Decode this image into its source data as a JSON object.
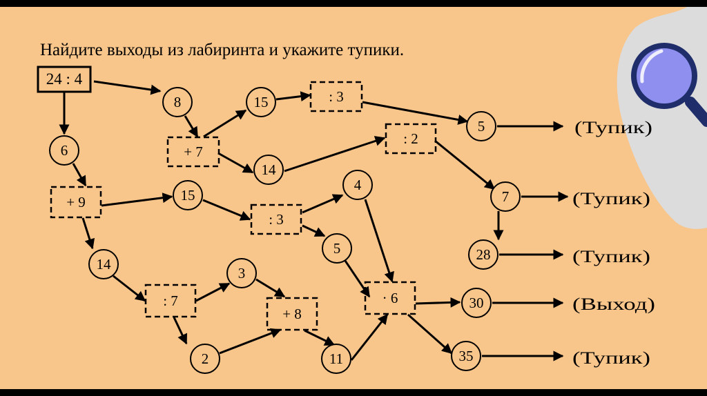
{
  "title": "Найдите выходы из лабиринта и укажите тупики.",
  "colors": {
    "background": "#f8c58a",
    "frame": "#000000",
    "stroke": "#000000",
    "magnifier_glass": "#8f8ff0",
    "magnifier_rim": "#1f2e6a",
    "decor_blob": "#dcdcdc"
  },
  "icons": [
    "magnifier-icon"
  ],
  "nodes": [
    {
      "id": "start",
      "label": "24 : 4",
      "shape": "box-solid"
    },
    {
      "id": "n8",
      "label": "8",
      "shape": "circle"
    },
    {
      "id": "n6",
      "label": "6",
      "shape": "circle"
    },
    {
      "id": "n15a",
      "label": "15",
      "shape": "circle"
    },
    {
      "id": "op_div3a",
      "label": ": 3",
      "shape": "box-dashed"
    },
    {
      "id": "op_plus7",
      "label": "+ 7",
      "shape": "box-dashed"
    },
    {
      "id": "n5a",
      "label": "5",
      "shape": "circle"
    },
    {
      "id": "op_div2",
      "label": ": 2",
      "shape": "box-dashed"
    },
    {
      "id": "n14a",
      "label": "14",
      "shape": "circle"
    },
    {
      "id": "op_plus9",
      "label": "+ 9",
      "shape": "box-dashed"
    },
    {
      "id": "n15b",
      "label": "15",
      "shape": "circle"
    },
    {
      "id": "n4",
      "label": "4",
      "shape": "circle"
    },
    {
      "id": "op_div3b",
      "label": ": 3",
      "shape": "box-dashed"
    },
    {
      "id": "n7",
      "label": "7",
      "shape": "circle"
    },
    {
      "id": "n5b",
      "label": "5",
      "shape": "circle"
    },
    {
      "id": "n28",
      "label": "28",
      "shape": "circle"
    },
    {
      "id": "n14b",
      "label": "14",
      "shape": "circle"
    },
    {
      "id": "n3",
      "label": "3",
      "shape": "circle"
    },
    {
      "id": "op_div7",
      "label": ": 7",
      "shape": "box-dashed"
    },
    {
      "id": "op_plus8",
      "label": "+ 8",
      "shape": "box-dashed"
    },
    {
      "id": "op_mul6",
      "label": "· 6",
      "shape": "box-dashed"
    },
    {
      "id": "n30",
      "label": "30",
      "shape": "circle"
    },
    {
      "id": "n2",
      "label": "2",
      "shape": "circle"
    },
    {
      "id": "n11",
      "label": "11",
      "shape": "circle"
    },
    {
      "id": "n35",
      "label": "35",
      "shape": "circle"
    },
    {
      "id": "out_5a",
      "label": "(Тупик)",
      "shape": "text"
    },
    {
      "id": "out_7",
      "label": "(Тупик)",
      "shape": "text"
    },
    {
      "id": "out_28",
      "label": "(Тупик)",
      "shape": "text"
    },
    {
      "id": "out_30",
      "label": "(Выход)",
      "shape": "text"
    },
    {
      "id": "out_35",
      "label": "(Тупик)",
      "shape": "text"
    }
  ],
  "edges": [
    {
      "from": "start",
      "to": "n8"
    },
    {
      "from": "start",
      "to": "n6"
    },
    {
      "from": "n8",
      "to": "op_plus7"
    },
    {
      "from": "op_plus7",
      "to": "n15a"
    },
    {
      "from": "op_plus7",
      "to": "n14a"
    },
    {
      "from": "n15a",
      "to": "op_div3a"
    },
    {
      "from": "op_div3a",
      "to": "n5a"
    },
    {
      "from": "n5a",
      "to": "out_5a"
    },
    {
      "from": "n14a",
      "to": "op_div2"
    },
    {
      "from": "op_div2",
      "to": "n7"
    },
    {
      "from": "n7",
      "to": "out_7"
    },
    {
      "from": "n7",
      "to": "n28"
    },
    {
      "from": "n28",
      "to": "out_28"
    },
    {
      "from": "n6",
      "to": "op_plus9"
    },
    {
      "from": "op_plus9",
      "to": "n15b"
    },
    {
      "from": "op_plus9",
      "to": "n14b"
    },
    {
      "from": "n15b",
      "to": "op_div3b"
    },
    {
      "from": "op_div3b",
      "to": "n4"
    },
    {
      "from": "op_div3b",
      "to": "n5b"
    },
    {
      "from": "n4",
      "to": "op_mul6"
    },
    {
      "from": "n5b",
      "to": "op_mul6"
    },
    {
      "from": "n14b",
      "to": "op_div7"
    },
    {
      "from": "op_div7",
      "to": "n3"
    },
    {
      "from": "op_div7",
      "to": "n2"
    },
    {
      "from": "n3",
      "to": "op_plus8"
    },
    {
      "from": "n2",
      "to": "op_plus8"
    },
    {
      "from": "op_plus8",
      "to": "n11"
    },
    {
      "from": "n11",
      "to": "op_mul6"
    },
    {
      "from": "op_mul6",
      "to": "n30"
    },
    {
      "from": "op_mul6",
      "to": "n35"
    },
    {
      "from": "n30",
      "to": "out_30"
    },
    {
      "from": "n35",
      "to": "out_35"
    }
  ]
}
